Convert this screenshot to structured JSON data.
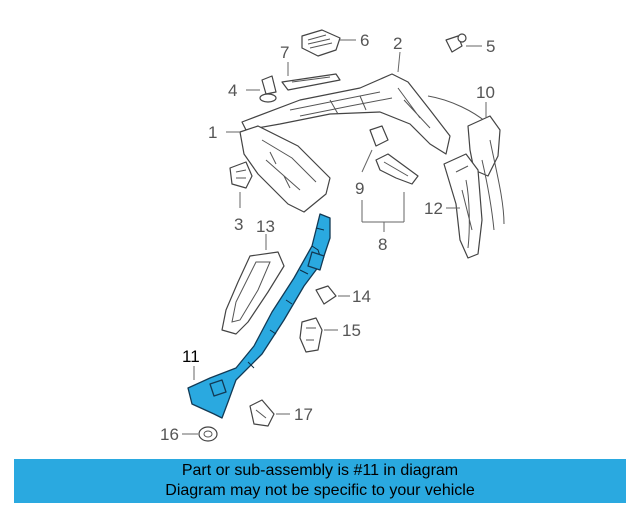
{
  "callouts": {
    "c1": "1",
    "c2": "2",
    "c3": "3",
    "c4": "4",
    "c5": "5",
    "c6": "6",
    "c7": "7",
    "c8": "8",
    "c9": "9",
    "c10": "10",
    "c11": "11",
    "c12": "12",
    "c13": "13",
    "c14": "14",
    "c15": "15",
    "c16": "16",
    "c17": "17"
  },
  "highlight": {
    "part": "11",
    "color": "#2aa9e0"
  },
  "banner": {
    "line1": "Part or sub-assembly is #11 in diagram",
    "line2": "Diagram may not be specific to your vehicle"
  }
}
